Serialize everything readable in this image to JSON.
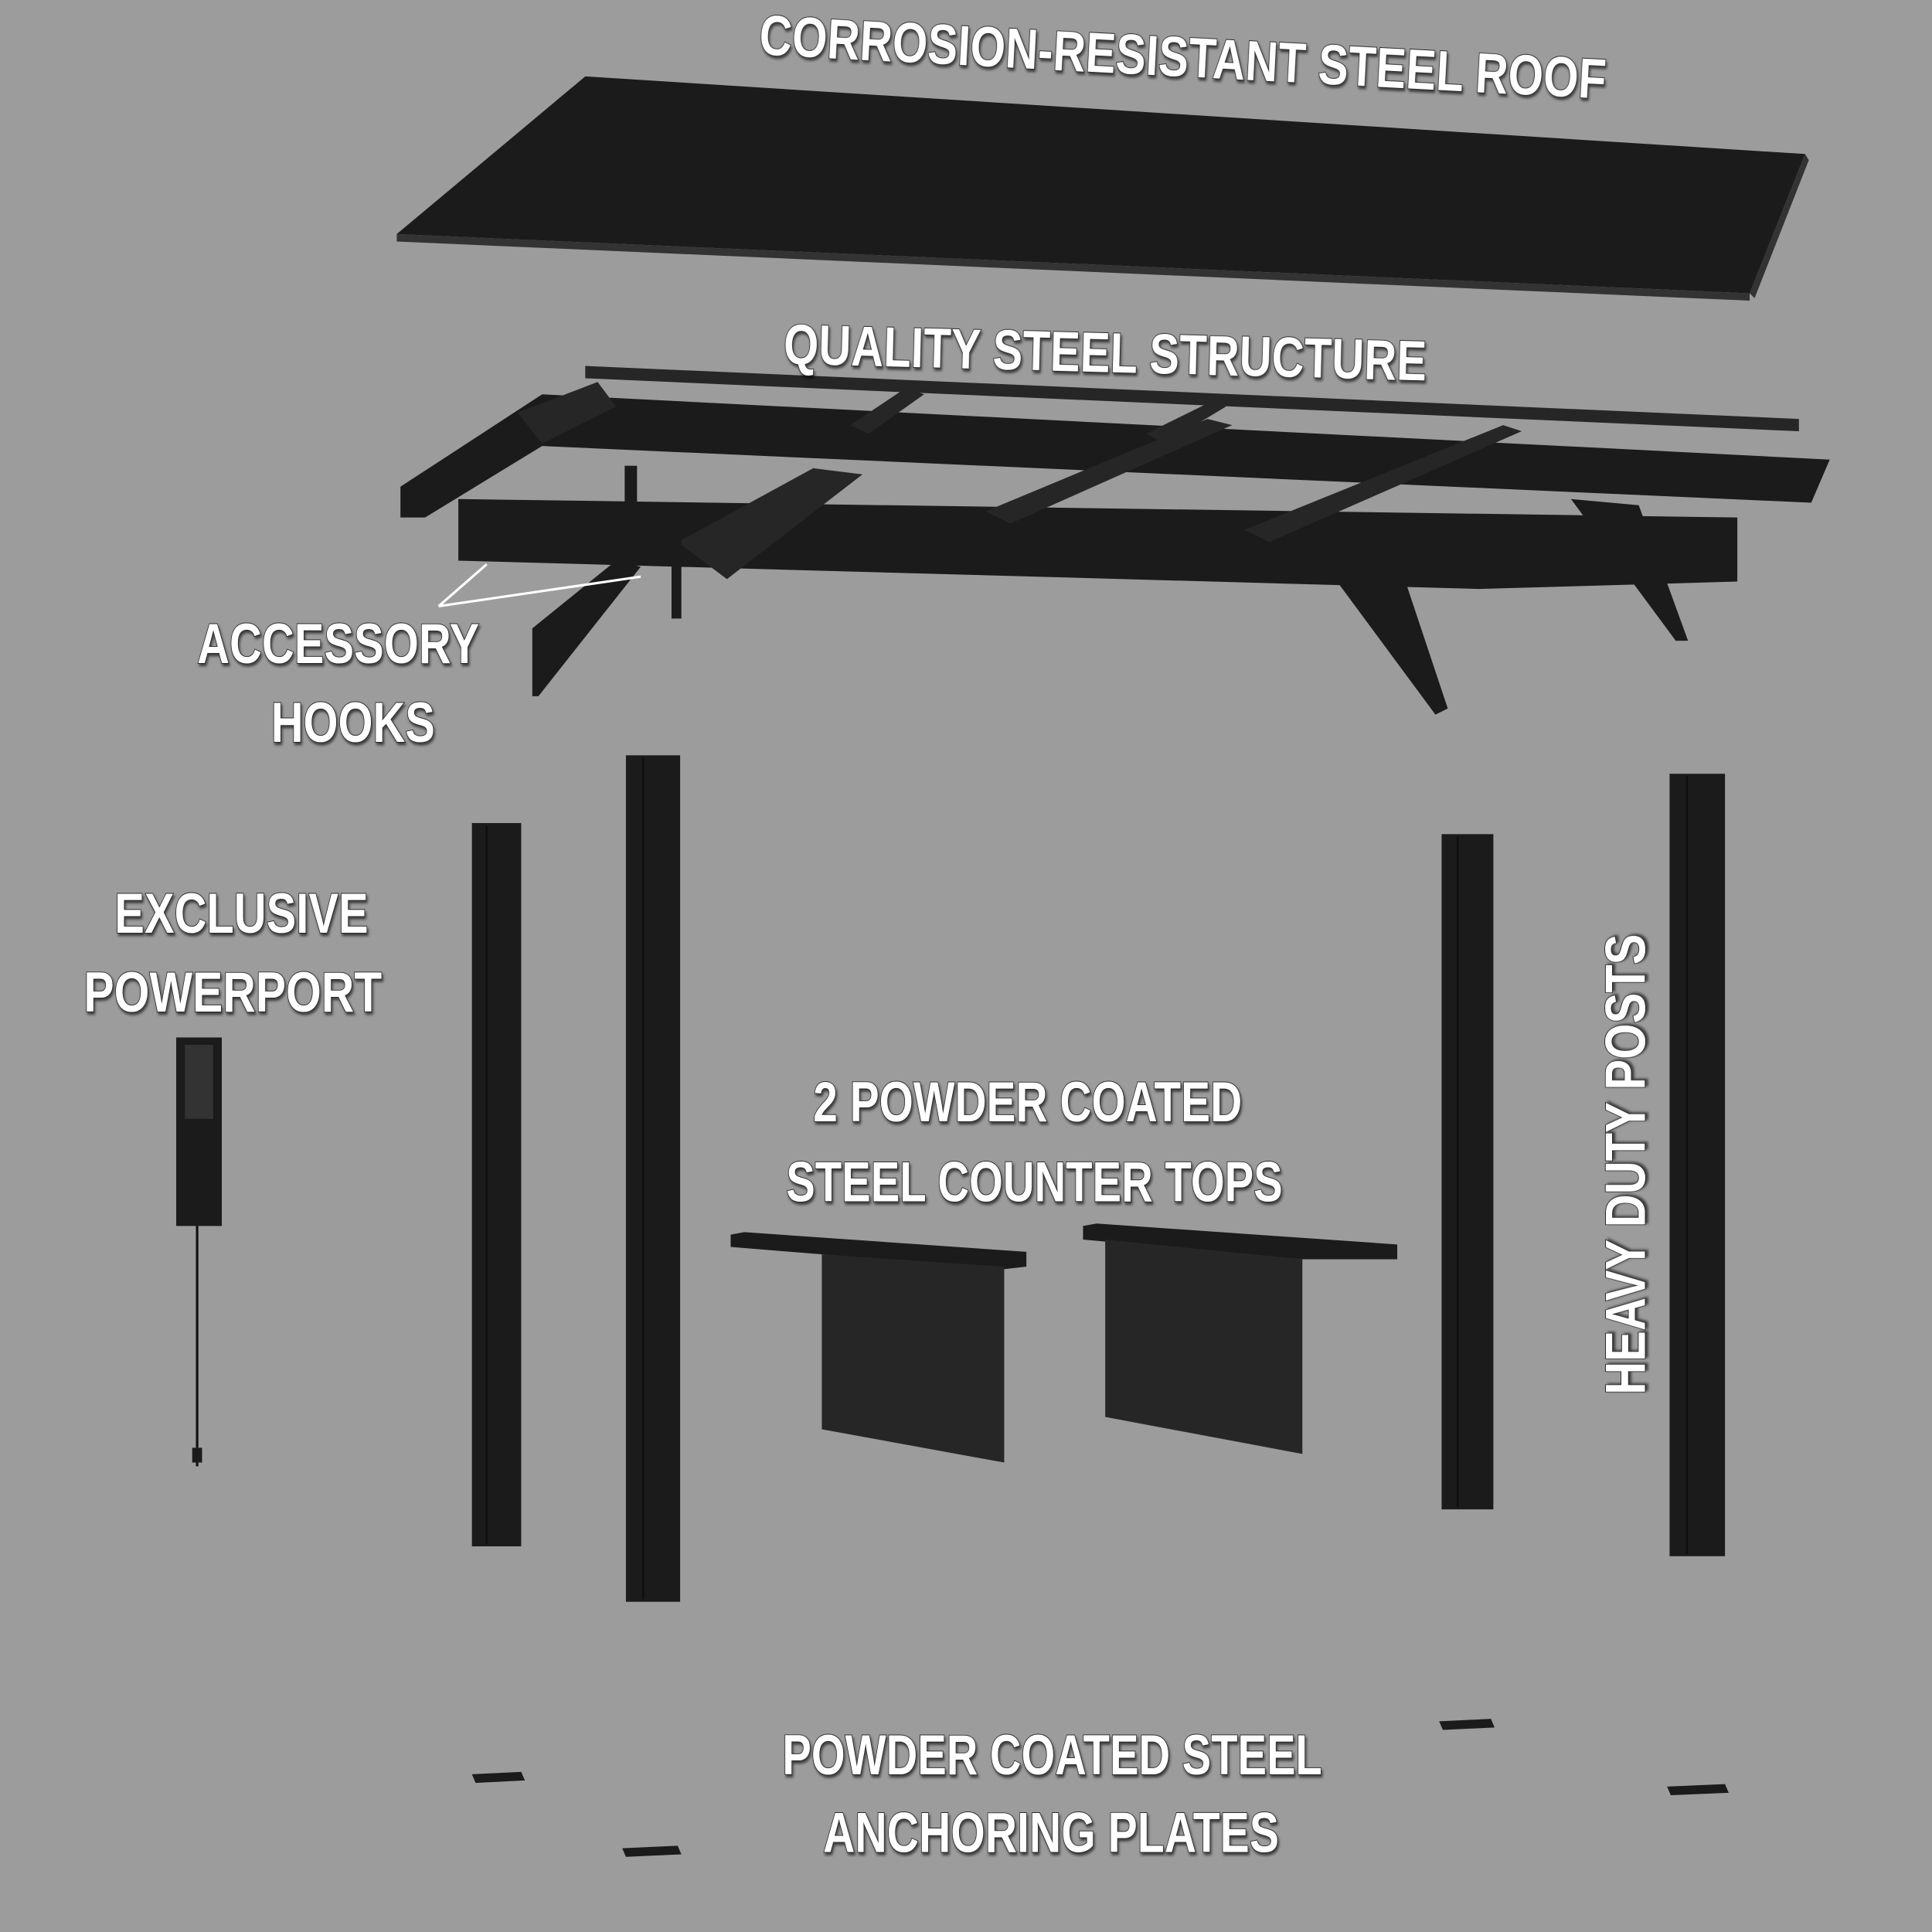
{
  "labels": {
    "roof": "CORROSION-RESISTANT STEEL ROOF",
    "structure": "QUALITY STEEL STRUCTURE",
    "hooks_line1": "ACCESSORY",
    "hooks_line2": "HOOKS",
    "powerport_line1": "EXCLUSIVE",
    "powerport_line2": "POWERPORT",
    "counters_line1": "2 POWDER COATED",
    "counters_line2": "STEEL COUNTER TOPS",
    "posts": "HEAVY DUTY POSTS",
    "plates_line1": "POWDER COATED STEEL",
    "plates_line2": "ANCHORING PLATES"
  },
  "colors": {
    "background": "#9c9c9c",
    "parts": "#1b1b1b",
    "text": "#ffffff"
  }
}
